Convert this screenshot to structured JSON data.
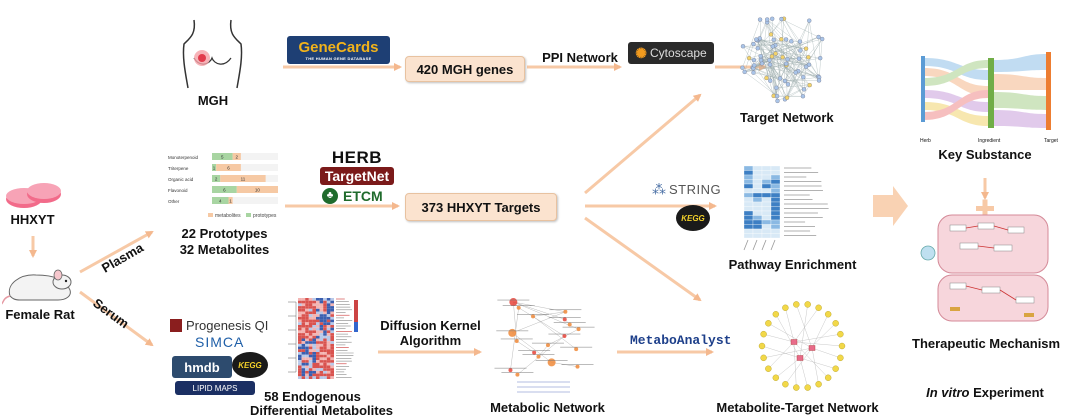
{
  "labels": {
    "mgh": "MGH",
    "hhxyt": "HHXYT",
    "female_rat": "Female Rat",
    "plasma": "Plasma",
    "serum": "Serum",
    "prototypes": "22 Prototypes",
    "metabolites": "32 Metabolites",
    "endogenous_1": "58 Endogenous",
    "endogenous_2": "Differential Metabolites",
    "ppi": "PPI Network",
    "diffusion_1": "Diffusion Kernel",
    "diffusion_2": "Algorithm",
    "target_network": "Target Network",
    "pathway_enrichment": "Pathway Enrichment",
    "metabolic_network": "Metabolic Network",
    "metabolite_target_network": "Metabolite-Target Network",
    "key_substance": "Key Substance",
    "therapeutic_mechanism": "Therapeutic Mechanism",
    "in_vitro_italic": "In vitro",
    "experiment": " Experiment"
  },
  "boxes": {
    "mgh_genes": "420 MGH genes",
    "hhxyt_targets": "373 HHXYT Targets"
  },
  "logos": {
    "genecards": "GeneCards",
    "genecards_sub": "THE HUMAN GENE DATABASE",
    "cytoscape": "Cytoscape",
    "herb": "HERB",
    "targetnet": "TargetNet",
    "etcm": "ETCM",
    "string": "STRING",
    "kegg": "KEGG",
    "progenesis": "Progenesis QI",
    "simca": "SIMCA",
    "hmdb": "hmdb",
    "lipidmaps": "LIPID MAPS",
    "metaboanalyst": "MetaboAnalyst"
  },
  "mini_chart": {
    "categories": [
      "Monoterpenoid",
      "Triterpene",
      "Organic acid",
      "Flavonoid",
      "Other"
    ],
    "metabolites": [
      2,
      6,
      11,
      10,
      1
    ],
    "prototypes": [
      5,
      1,
      2,
      6,
      4
    ],
    "legend": [
      "metabolites",
      "prototypes"
    ]
  },
  "sankey_axis": [
    "Herb",
    "Ingredient",
    "Target"
  ],
  "colors": {
    "box_fill": "#fbe3cf",
    "arrow": "#f8cba8",
    "pill": "#f26b8a"
  }
}
